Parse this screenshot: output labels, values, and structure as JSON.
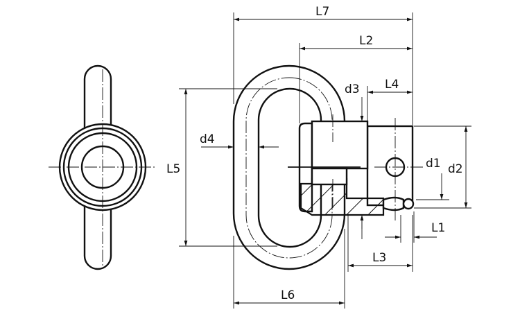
{
  "drawing": {
    "labels": {
      "L7": "L7",
      "L2": "L2",
      "L4": "L4",
      "d3": "d3",
      "d4": "d4",
      "L5": "L5",
      "d1": "d1",
      "d2": "d2",
      "L1": "L1",
      "L3": "L3",
      "L6": "L6"
    }
  }
}
